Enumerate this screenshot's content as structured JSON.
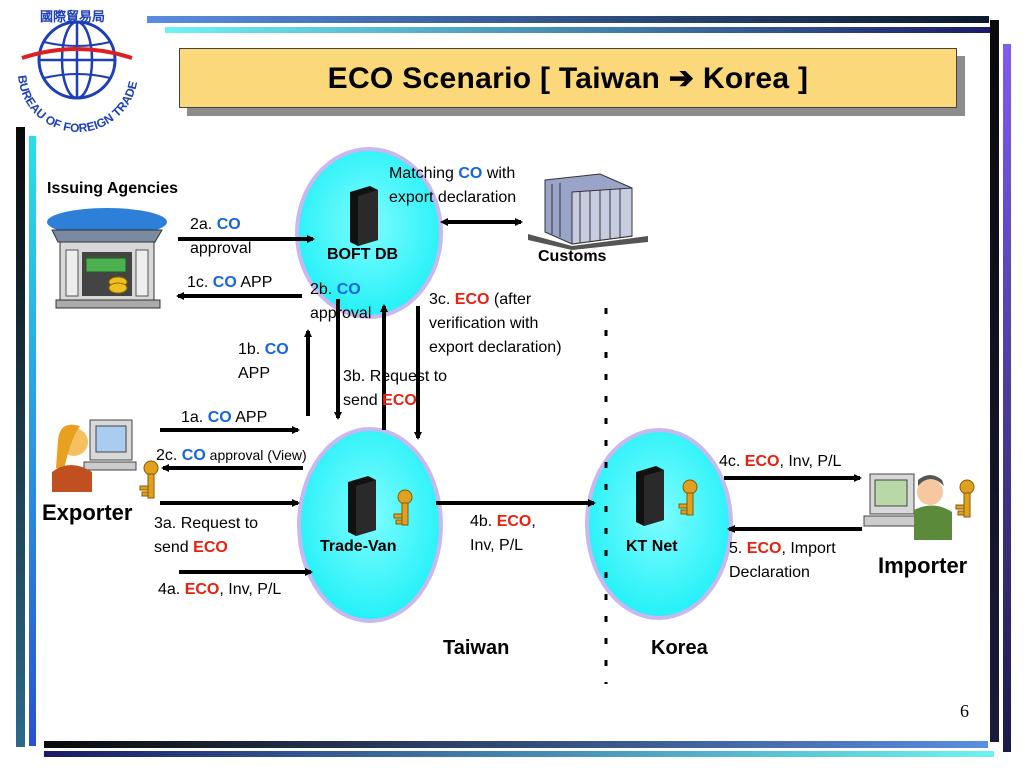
{
  "logo": {
    "chinese": "國際貿易局",
    "english": "BUREAU OF FOREIGN TRADE"
  },
  "title": "ECO Scenario [ Taiwan ➔ Korea ]",
  "nodes": {
    "boft_db": "BOFT DB",
    "customs": "Customs",
    "trade_van": "Trade-Van",
    "kt_net": "KT Net",
    "issuing_agencies": "Issuing Agencies",
    "exporter": "Exporter",
    "importer": "Importer"
  },
  "regions": {
    "taiwan": "Taiwan",
    "korea": "Korea"
  },
  "labels": {
    "matching": {
      "pre": "Matching ",
      "co": "CO",
      "post": " with",
      "line2": "export declaration"
    },
    "s2a": {
      "pre": "2a. ",
      "co": "CO",
      "line2": "approval"
    },
    "s1c": {
      "pre": "1c. ",
      "co": "CO",
      "post": " APP"
    },
    "s2b": {
      "pre": "2b. ",
      "co": "CO",
      "line2": "approval"
    },
    "s3c": {
      "pre": "3c. ",
      "eco": "ECO",
      "post": " (after",
      "line2": "verification with",
      "line3": "export declaration)"
    },
    "s1b": {
      "pre": "1b. ",
      "co": "CO",
      "line2": "APP"
    },
    "s3b": {
      "line1": "3b. Request to",
      "pre2": "send ",
      "eco": "ECO"
    },
    "s1a": {
      "pre": "1a. ",
      "co": "CO",
      "post": " APP"
    },
    "s2c": {
      "pre": "2c. ",
      "co": "CO",
      "post": " approval (View)"
    },
    "s3a": {
      "line1": "3a. Request to",
      "pre2": "send ",
      "eco": "ECO"
    },
    "s4a": {
      "pre": "4a. ",
      "eco": "ECO",
      "post": ", Inv, P/L"
    },
    "s4b": {
      "pre": "4b. ",
      "eco": "ECO",
      "post": ",",
      "line2": "Inv, P/L"
    },
    "s4c": {
      "pre": "4c. ",
      "eco": "ECO",
      "post": ", Inv, P/L"
    },
    "s5": {
      "pre": "5. ",
      "eco": "ECO",
      "post": ", Import",
      "line2": "Declaration"
    }
  },
  "page_number": "6",
  "colors": {
    "title_bg": "#fbd87a",
    "ellipse_fill": "#23f3f8",
    "ellipse_stroke": "#c9b8f0",
    "co": "#1565e0",
    "eco": "#e8200e"
  }
}
